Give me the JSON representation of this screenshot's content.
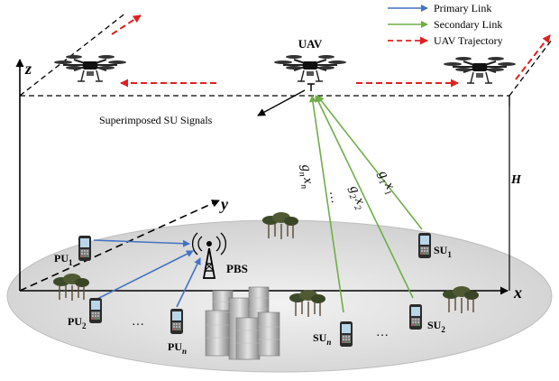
{
  "legend": {
    "primary": "Primary Link",
    "secondary": "Secondary Link",
    "trajectory": "UAV Trajectory"
  },
  "labels": {
    "uav": "UAV",
    "superimposed": "Superimposed SU Signals",
    "pbs": "PBS",
    "axis_x": "x",
    "axis_y": "y",
    "axis_z": "z",
    "height": "H"
  },
  "pu": [
    {
      "base": "PU",
      "sub": "1"
    },
    {
      "base": "PU",
      "sub": "2"
    },
    {
      "base": "PU",
      "sub": "n"
    }
  ],
  "su": [
    {
      "base": "SU",
      "sub": "1"
    },
    {
      "base": "SU",
      "sub": "2"
    },
    {
      "base": "SU",
      "sub": "n"
    }
  ],
  "links": {
    "g1": {
      "g": "g",
      "gs": "1",
      "x": "x",
      "xs": "1"
    },
    "g2": {
      "g": "g",
      "gs": "2",
      "x": "x",
      "xs": "2"
    },
    "gn": {
      "g": "g",
      "gs": "n",
      "x": "x",
      "xs": "n"
    }
  },
  "ellipsis": "…",
  "colors": {
    "primary_link": "#4472c4",
    "secondary_link": "#70ad47",
    "trajectory": "#e02020",
    "ground": "#d8d8d8"
  }
}
